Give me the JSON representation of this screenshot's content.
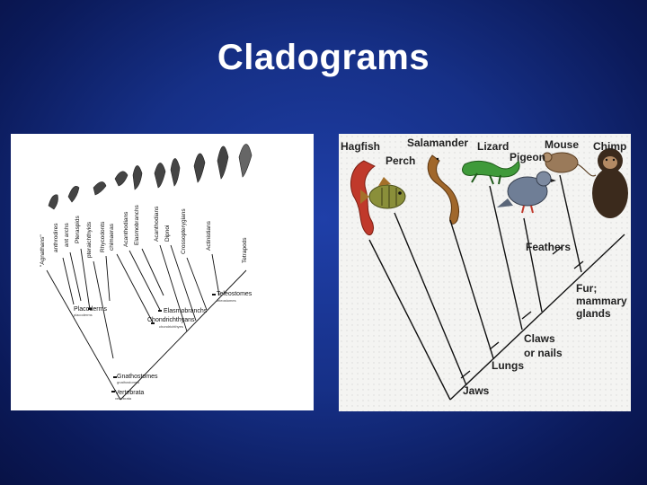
{
  "slide": {
    "title": "Cladograms"
  },
  "left_cladogram": {
    "taxa": [
      "\"Agnathans\"",
      "anthrodires",
      "ant archs",
      "Pteraspids",
      "pteraichthyids",
      "Rhycodonts",
      "chimaeras",
      "Acanthodians",
      "Elasmobranchs",
      "Acanthodians",
      "Dipnoi",
      "Crossopterygians",
      "Actinistians",
      "Tetrapods"
    ],
    "node_labels": [
      {
        "name": "Teleostomes",
        "note": "teleostomes"
      },
      {
        "name": "Placoderms",
        "note": "placoderms"
      },
      {
        "name": "Elasmobranchs",
        "note": "elasmobranchs"
      },
      {
        "name": "Chondrichthyans",
        "note": "chondrichthyes"
      },
      {
        "name": "Gnathostomes",
        "note": "gnathostomes"
      },
      {
        "name": "Vertebrata",
        "note": "vertebrata"
      }
    ]
  },
  "right_cladogram": {
    "taxa": [
      "Hagfish",
      "Perch",
      "Salamander",
      "Lizard",
      "Pigeon",
      "Mouse",
      "Chimp"
    ],
    "traits": [
      "Jaws",
      "Lungs",
      "Claws or nails",
      "Feathers",
      "Fur; mammary glands"
    ],
    "colors": {
      "hagfish": "#c0392b",
      "perch": "#8a8f3a",
      "salamander": "#a0672b",
      "lizard": "#3f9a3a",
      "pigeon": "#6f7e96",
      "mouse": "#9a7a5a",
      "chimp": "#3b2a1c"
    }
  }
}
